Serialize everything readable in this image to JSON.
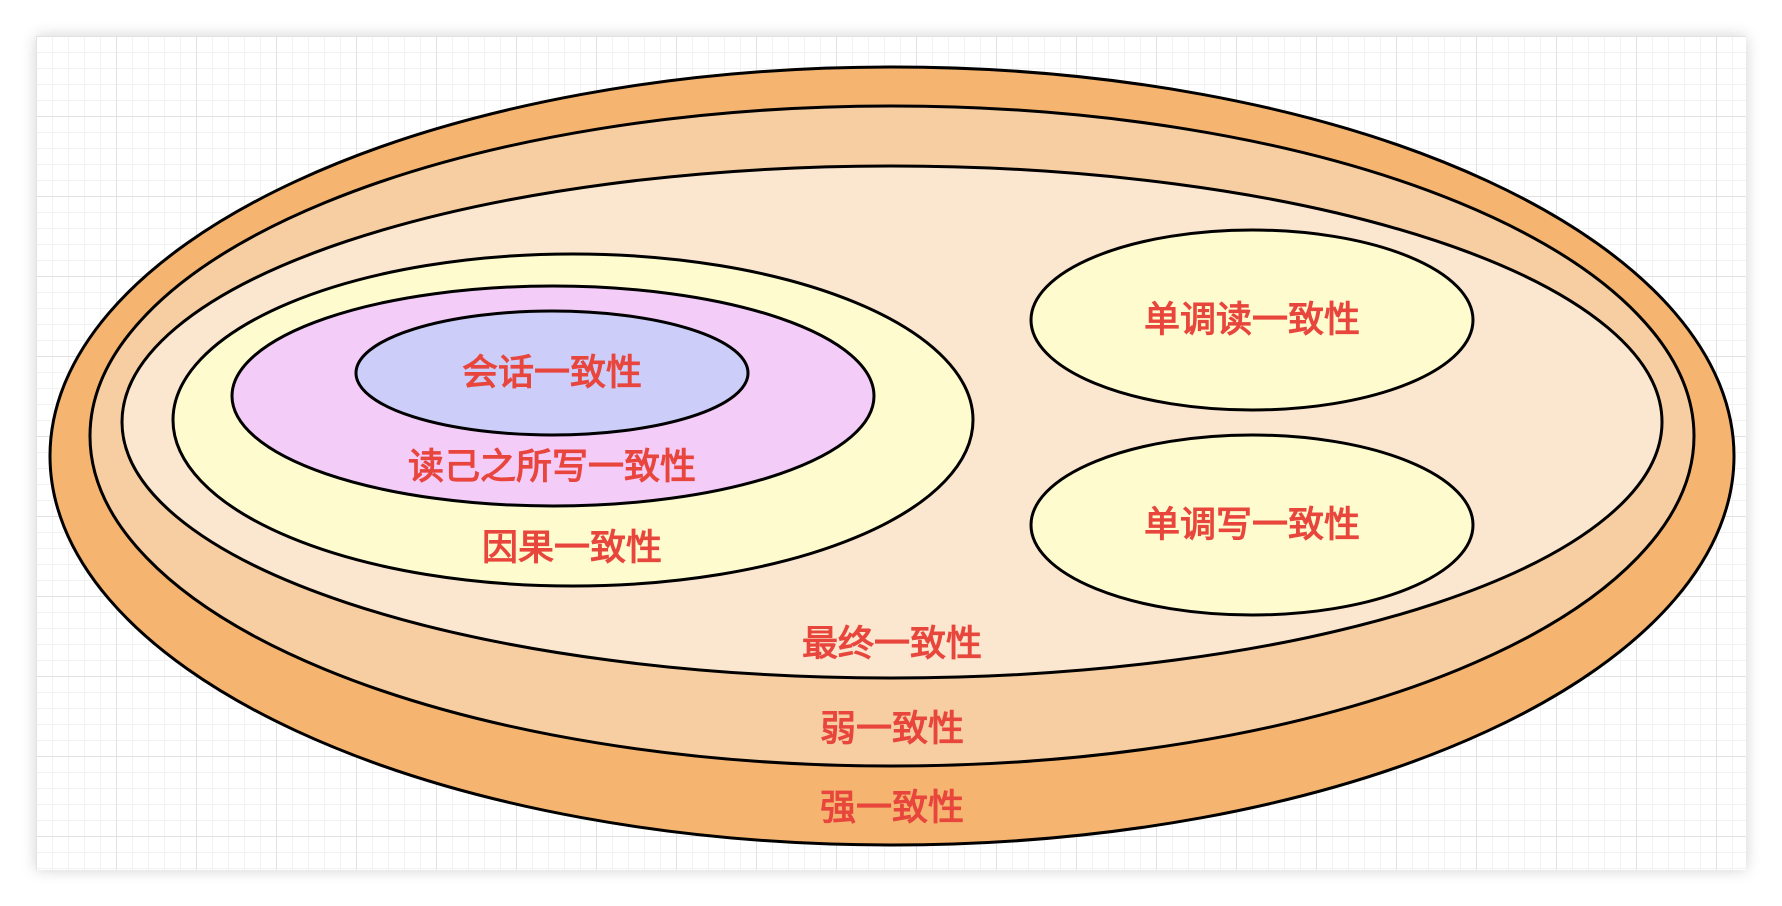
{
  "diagram": {
    "labels": {
      "strong": "强一致性",
      "weak": "弱一致性",
      "eventual": "最终一致性",
      "causal": "因果一致性",
      "read_your_writes": "读己之所写一致性",
      "session": "会话一致性",
      "monotonic_read": "单调读一致性",
      "monotonic_write": "单调写一致性"
    },
    "colors": {
      "label_text": "#e8453c",
      "outline": "#000000",
      "strong_fill": "#f5b571",
      "weak_fill": "#f7cea2",
      "eventual_fill": "#fbe6cf",
      "causal_fill": "#fefbce",
      "read_your_writes_fill": "#f4ccf8",
      "session_fill": "#cccdf8",
      "monotonic_fill": "#fefbce"
    }
  }
}
